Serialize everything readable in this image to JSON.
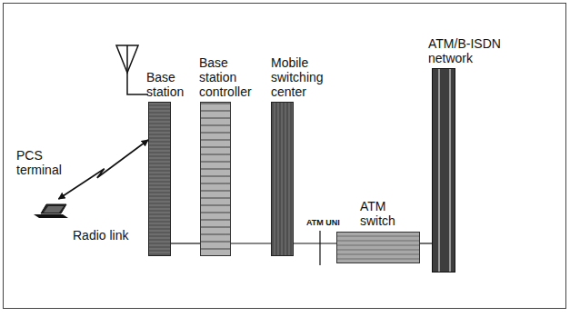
{
  "diagram": {
    "nodes": [
      {
        "text": [
          "PCS terminal"
        ]
      },
      {
        "text": [
          "Base station"
        ]
      },
      {
        "text": [
          "Base station controller"
        ]
      },
      {
        "text": [
          "Mobile switching center"
        ]
      },
      {
        "text": [
          "ATM switch"
        ]
      },
      {
        "text": [
          "ATM/B-ISDN network"
        ]
      }
    ],
    "edges": [
      {
        "from": 0,
        "to": 1,
        "arrow": "both"
      },
      {
        "from": 1,
        "to": 2,
        "arrow": "none"
      },
      {
        "from": 2,
        "to": 3,
        "arrow": "none"
      },
      {
        "from": 3,
        "to": 4,
        "arrow": "none"
      },
      {
        "from": 4,
        "to": 5,
        "arrow": "none"
      }
    ],
    "labels": [
      "Radio link",
      "ATM UNI"
    ]
  }
}
